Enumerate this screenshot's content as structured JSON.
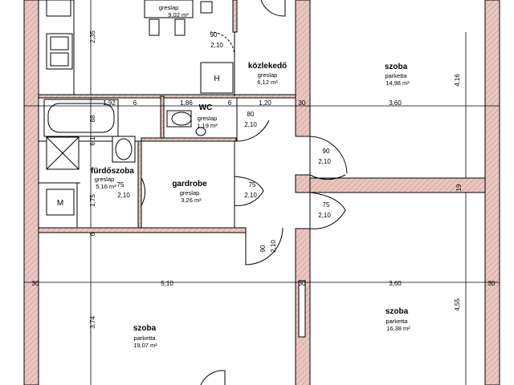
{
  "rooms": {
    "kitchen": {
      "floor": "greslap",
      "area": "9,02 m²"
    },
    "hall": {
      "name": "közlekedő",
      "floor": "greslap",
      "area": "6,12 m²"
    },
    "room_ne": {
      "name": "szoba",
      "floor": "parketta",
      "area": "14,98 m²"
    },
    "wc": {
      "name": "WC",
      "floor": "greslap",
      "area": "1,19 m²"
    },
    "bath": {
      "name": "fürdőszoba",
      "floor": "greslap",
      "area": "5,16 m²"
    },
    "wardrobe": {
      "name": "gardrobe",
      "floor": "greslap",
      "area": "3,26 m²"
    },
    "room_sw": {
      "name": "szoba",
      "floor": "parketta",
      "area": "19,07 m²"
    },
    "room_se": {
      "name": "szoba",
      "floor": "parketta",
      "area": "16,38 m²"
    }
  },
  "fixtures": {
    "heater": "H",
    "washer": "M"
  },
  "dims": {
    "kitchen_h": "2,35",
    "door_kitchen_w": "90",
    "door_kitchen_h": "2,10",
    "row1": [
      "1,92",
      "6",
      "1,86",
      "6",
      "1,20",
      "30",
      "3,60"
    ],
    "ne_h": "4,16",
    "bath_h1": "88",
    "bath_h2": "6,1",
    "bath_h3": "1,75",
    "bath_h4": "6",
    "wc_door_w": "80",
    "wc_door_h": "2,10",
    "room_ne_door_w": "90",
    "room_ne_door_h": "2,10",
    "bath_door_w": "75",
    "bath_door_h": "2,10",
    "wardrobe_door_w": "75",
    "wardrobe_door_h": "2,10",
    "room_e_door_w": "75",
    "room_e_door_h": "2,10",
    "wall_19": "19",
    "sw_door_w": "90",
    "sw_door_h": "2,10",
    "row2": [
      "30",
      "5,10",
      "30",
      "3,60",
      "30"
    ],
    "sw_h": "3,74",
    "se_h": "4,55"
  }
}
